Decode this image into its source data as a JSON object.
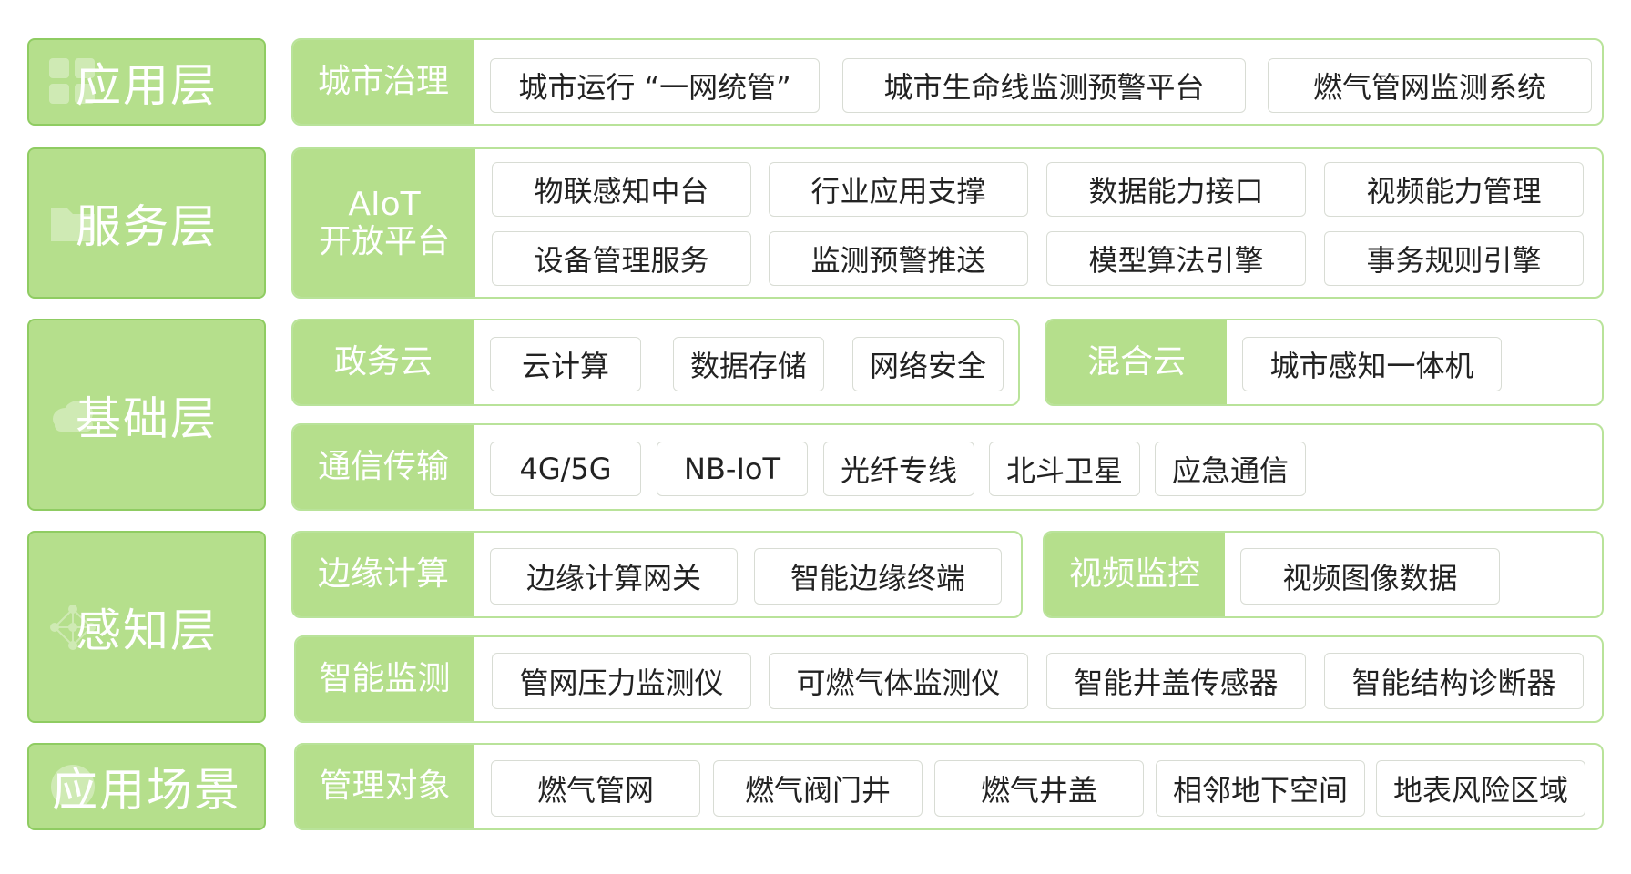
{
  "layers": {
    "application": "应用层",
    "service": "服务层",
    "foundation": "基础层",
    "perception": "感知层",
    "scenario": "应用场景"
  },
  "rows": {
    "city_governance": {
      "category": "城市治理",
      "items": [
        "城市运行 “一网统管”",
        "城市生命线监测预警平台",
        "燃气管网监测系统"
      ]
    },
    "aiot": {
      "category_line1": "AIoT",
      "category_line2": "开放平台",
      "items": [
        "物联感知中台",
        "行业应用支撑",
        "数据能力接口",
        "视频能力管理",
        "设备管理服务",
        "监测预警推送",
        "模型算法引擎",
        "事务规则引擎"
      ]
    },
    "gov_cloud": {
      "category": "政务云",
      "items": [
        "云计算",
        "数据存储",
        "网络安全"
      ]
    },
    "hybrid_cloud": {
      "category": "混合云",
      "items": [
        "城市感知一体机"
      ]
    },
    "communication": {
      "category": "通信传输",
      "items": [
        "4G/5G",
        "NB-IoT",
        "光纤专线",
        "北斗卫星",
        "应急通信"
      ]
    },
    "edge_computing": {
      "category": "边缘计算",
      "items": [
        "边缘计算网关",
        "智能边缘终端"
      ]
    },
    "video_monitoring": {
      "category": "视频监控",
      "items": [
        "视频图像数据"
      ]
    },
    "smart_monitoring": {
      "category": "智能监测",
      "items": [
        "管网压力监测仪",
        "可燃气体监测仪",
        "智能井盖传感器",
        "智能结构诊断器"
      ]
    },
    "management_objects": {
      "category": "管理对象",
      "items": [
        "燃气管网",
        "燃气阀门井",
        "燃气井盖",
        "相邻地下空间",
        "地表风险区域"
      ]
    }
  },
  "colors": {
    "primary_green": "#b5df8c",
    "border_green": "#b9e39a",
    "text_white": "#ffffff",
    "text_dark": "#222222"
  }
}
